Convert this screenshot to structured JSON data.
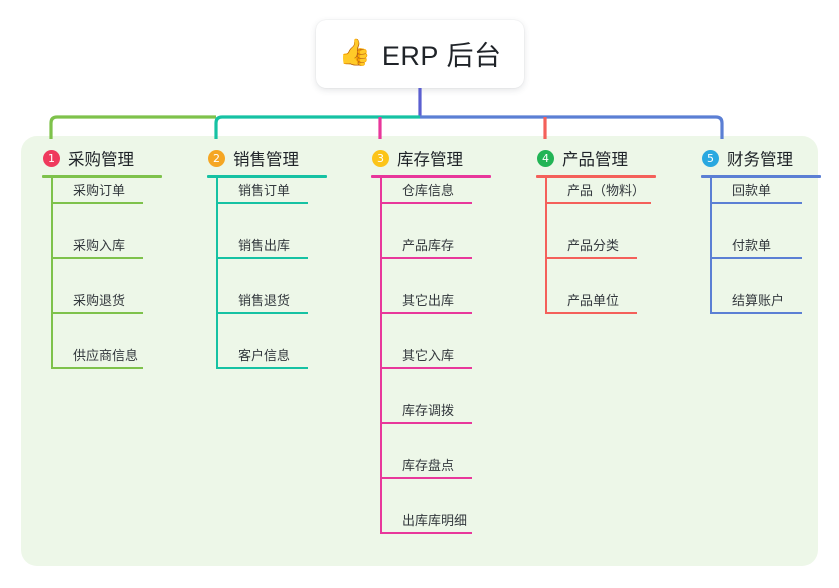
{
  "root": {
    "icon": "thumbs-up-icon",
    "emoji": "👍",
    "title": "ERP 后台"
  },
  "colors": {
    "panel_bg": "#edf7e8",
    "root_trunk": "#5b5fd0",
    "branch_1": "#7ec24b",
    "branch_2": "#16c2a3",
    "branch_3": "#e8379b",
    "branch_4": "#f4605a",
    "branch_5": "#5b7fd4",
    "badge_1": "#ef3a5d",
    "badge_2": "#f5a623",
    "badge_3": "#fcc419",
    "badge_4": "#22b455",
    "badge_5": "#29a8e0"
  },
  "branches": [
    {
      "number": "1",
      "title": "采购管理",
      "line_color": "#7ec24b",
      "badge_color": "#ef3a5d",
      "items": [
        "采购订单",
        "采购入库",
        "采购退货",
        "供应商信息"
      ]
    },
    {
      "number": "2",
      "title": "销售管理",
      "line_color": "#16c2a3",
      "badge_color": "#f5a623",
      "items": [
        "销售订单",
        "销售出库",
        "销售退货",
        "客户信息"
      ]
    },
    {
      "number": "3",
      "title": "库存管理",
      "line_color": "#e8379b",
      "badge_color": "#fcc419",
      "items": [
        "仓库信息",
        "产品库存",
        "其它出库",
        "其它入库",
        "库存调拨",
        "库存盘点",
        "出库库明细"
      ]
    },
    {
      "number": "4",
      "title": "产品管理",
      "line_color": "#f4605a",
      "badge_color": "#22b455",
      "items": [
        "产品（物料）",
        "产品分类",
        "产品单位"
      ]
    },
    {
      "number": "5",
      "title": "财务管理",
      "line_color": "#5b7fd4",
      "badge_color": "#29a8e0",
      "items": [
        "回款单",
        "付款单",
        "结算账户"
      ]
    }
  ]
}
